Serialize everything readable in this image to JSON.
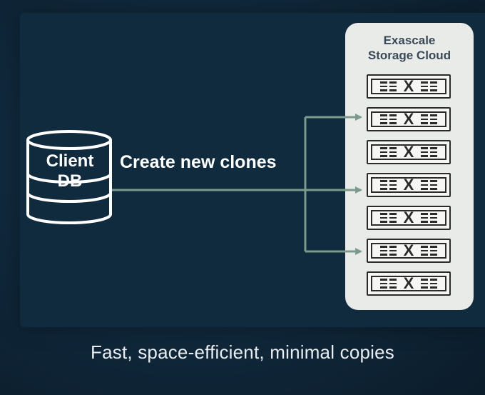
{
  "client_db": {
    "line1": "Client",
    "line2": "DB"
  },
  "action_label": "Create new clones",
  "storage": {
    "title_line1": "Exascale",
    "title_line2": "Storage Cloud",
    "server_symbol": "X",
    "server_count": 7,
    "targeted_servers": [
      2,
      4,
      6
    ]
  },
  "caption": "Fast, space-efficient, minimal copies",
  "colors": {
    "background": "#0f2638",
    "arrow": "#7a9a8c",
    "storage_panel": "#e9ebe9",
    "text": "#ffffff"
  },
  "icons": [
    "database-icon",
    "server-icon",
    "arrow-icon"
  ]
}
